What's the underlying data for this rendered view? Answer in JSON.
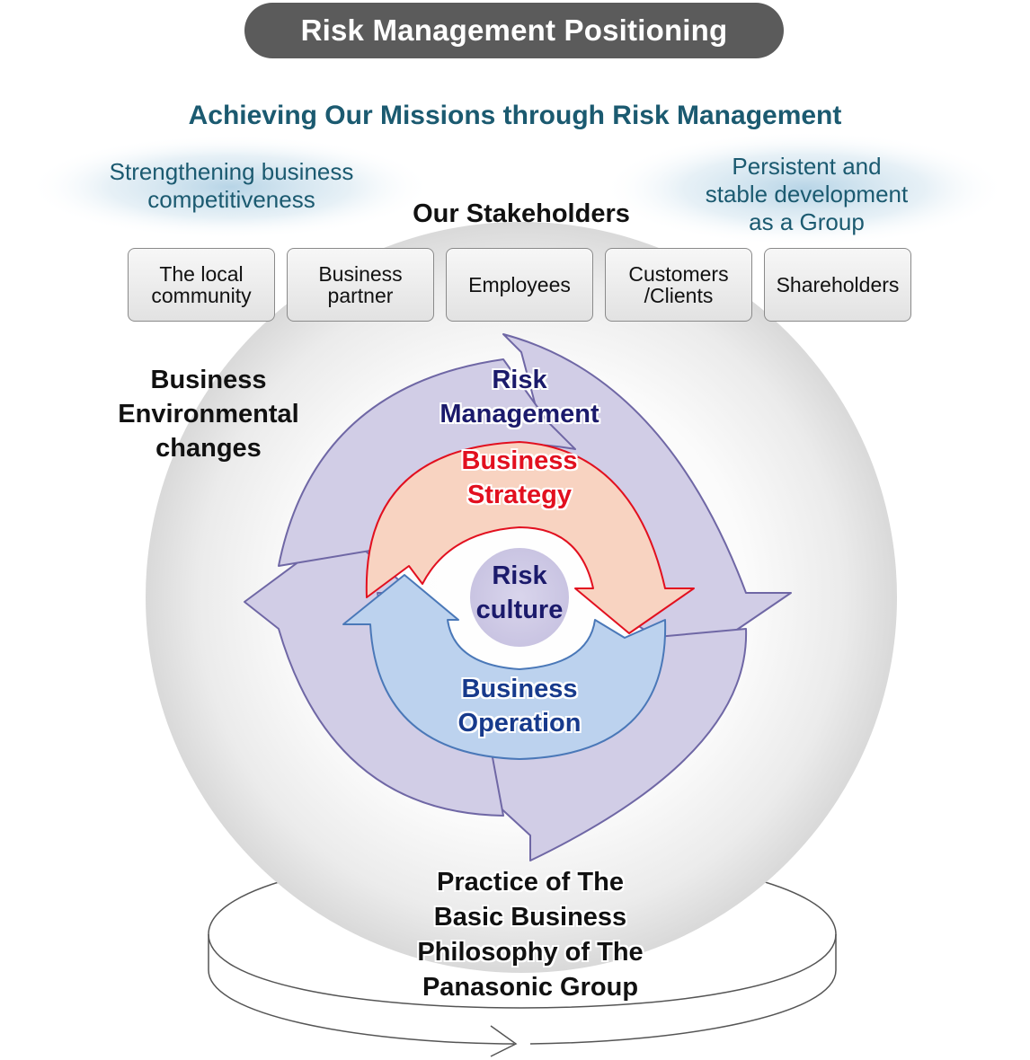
{
  "title": "Risk Management Positioning",
  "mission_heading": "Achieving Our Missions through Risk Management",
  "goals": {
    "left": [
      "Strengthening business",
      "competitiveness"
    ],
    "right": [
      "Persistent and",
      "stable development",
      "as a Group"
    ]
  },
  "stakeholders": {
    "heading": "Our Stakeholders",
    "items": [
      {
        "line1": "The local",
        "line2": "community"
      },
      {
        "line1": "Business",
        "line2": "partner"
      },
      {
        "line1": "Employees",
        "line2": ""
      },
      {
        "line1": "Customers",
        "line2": "/Clients"
      },
      {
        "line1": "Shareholders",
        "line2": ""
      }
    ]
  },
  "environment": [
    "Business",
    "Environmental",
    "changes"
  ],
  "cycle": {
    "outer": [
      "Risk",
      "Management"
    ],
    "strategy": [
      "Business",
      "Strategy"
    ],
    "operation": [
      "Business",
      "Operation"
    ],
    "core": [
      "Risk",
      "culture"
    ]
  },
  "philosophy": [
    "Practice of The",
    "Basic Business",
    "Philosophy of The",
    "Panasonic Group"
  ],
  "colors": {
    "title_bg": "#5b5b5b",
    "heading_teal": "#1b5a70",
    "outer_arrow": "#d1cde6",
    "strategy_fill": "#f8d3c1",
    "strategy_stroke": "#e2101f",
    "operation_fill": "#bcd2ee",
    "operation_stroke": "#4a78b8",
    "navy_text": "#1b1a6b",
    "red_text": "#e2101f",
    "blue_text": "#173a8c"
  }
}
